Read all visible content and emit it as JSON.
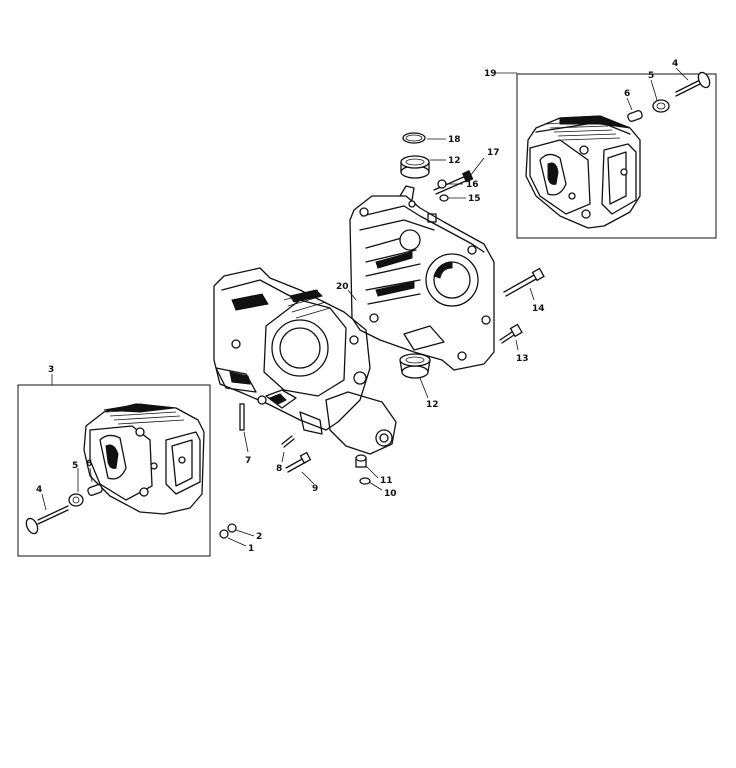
{
  "callouts": {
    "c1": "1",
    "c2": "2",
    "c3": "3",
    "c4a": "4",
    "c4b": "4",
    "c5a": "5",
    "c5b": "5",
    "c6a": "6",
    "c6b": "6",
    "c7": "7",
    "c8": "8",
    "c9": "9",
    "c10": "10",
    "c11": "11",
    "c12a": "12",
    "c12b": "12",
    "c13": "13",
    "c14": "14",
    "c15": "15",
    "c16": "16",
    "c17": "17",
    "c18": "18",
    "c19": "19",
    "c20": "20"
  }
}
